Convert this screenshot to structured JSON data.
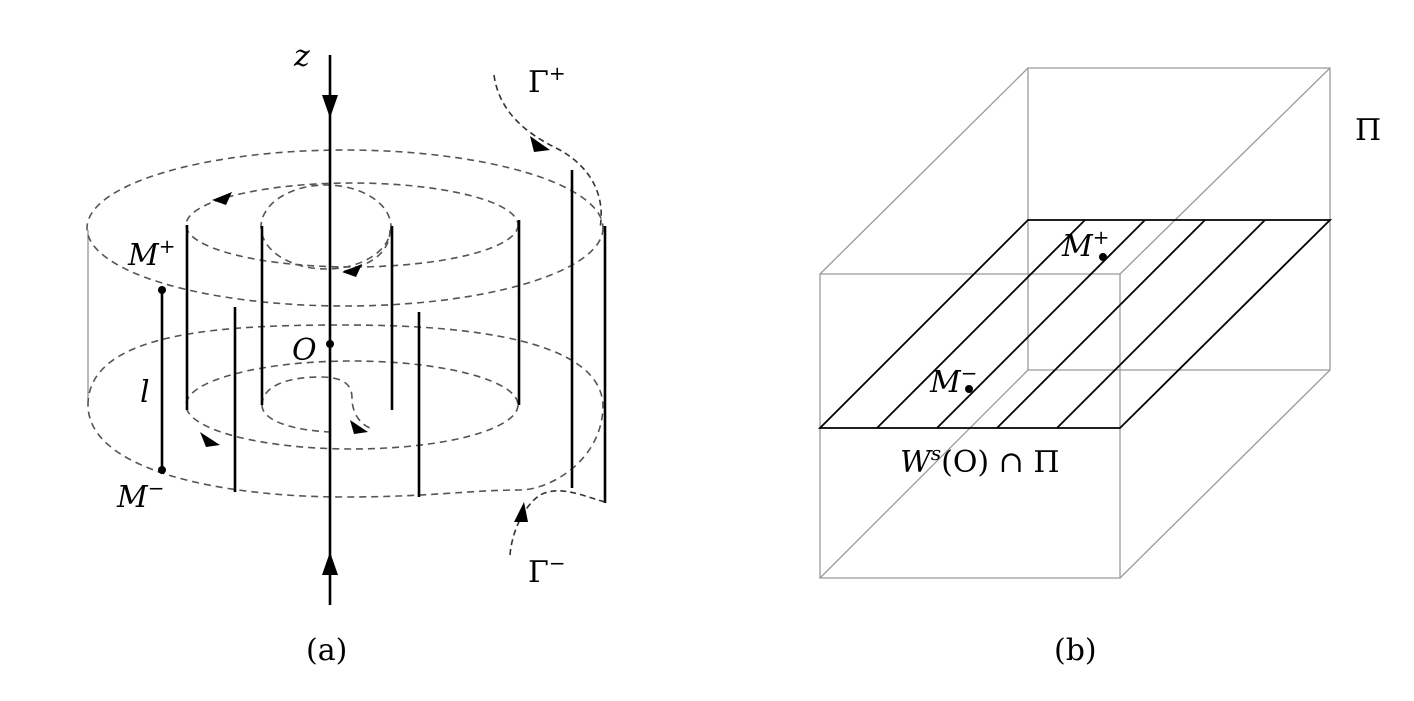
{
  "panel_a": {
    "caption": "(a)",
    "z_axis_label": "z",
    "origin_label": "O",
    "m_plus_label": "M",
    "m_plus_sup": "+",
    "m_minus_label": "M",
    "m_minus_sup": "−",
    "segment_label": "l",
    "gamma_plus_label": "Γ",
    "gamma_plus_sup": "+",
    "gamma_minus_label": "Γ",
    "gamma_minus_sup": "−"
  },
  "panel_b": {
    "caption": "(b)",
    "box_label": "Π",
    "m_plus_label": "M",
    "m_plus_sup": "+",
    "m_minus_label": "M",
    "m_minus_sup": "−",
    "intersection_label": "W",
    "intersection_sup": "s",
    "intersection_rest": "(O) ∩ Π"
  }
}
